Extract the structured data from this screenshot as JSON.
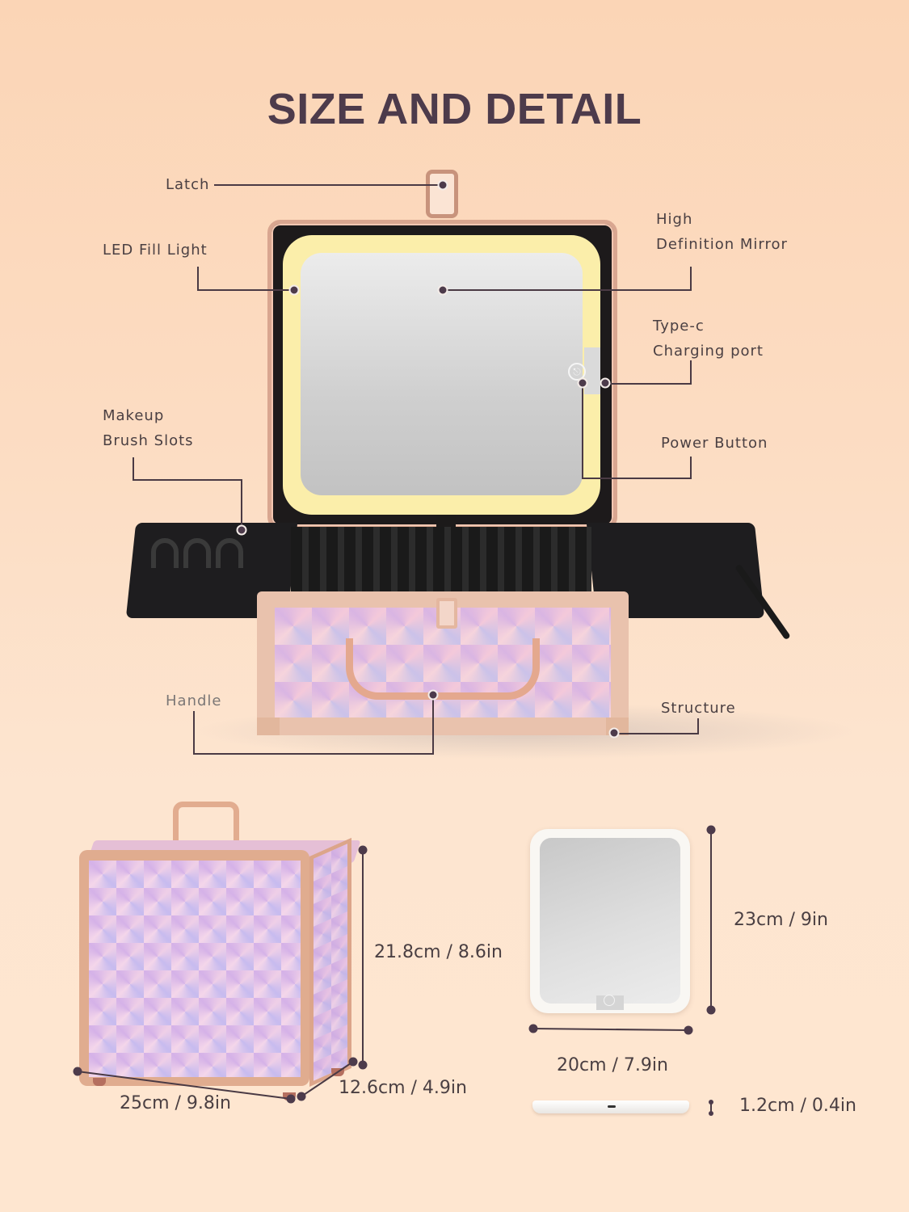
{
  "title": "SIZE AND DETAIL",
  "callouts": {
    "latch": "Latch",
    "led_fill_light": "LED Fill Light",
    "hd_mirror_line1": "High",
    "hd_mirror_line2": "Definition Mirror",
    "typec_line1": "Type-c",
    "typec_line2": "Charging port",
    "power_button": "Power Button",
    "brush_slots_line1": "Makeup",
    "brush_slots_line2": "Brush Slots",
    "handle": "Handle",
    "structure": "Structure"
  },
  "case_dimensions": {
    "height": "21.8cm / 8.6in",
    "width": "25cm / 9.8in",
    "depth": "12.6cm / 4.9in"
  },
  "mirror_dimensions": {
    "height": "23cm / 9in",
    "width": "20cm / 7.9in",
    "thickness": "1.2cm / 0.4in"
  },
  "icons": {
    "power": "⎋"
  },
  "colors": {
    "background_top": "#fbd5b6",
    "background_bottom": "#fee6d0",
    "title": "#4d3b4b",
    "callout_line": "#4a3a44",
    "led": "#fbeeaa",
    "rose_gold": "#e0ac8f"
  }
}
